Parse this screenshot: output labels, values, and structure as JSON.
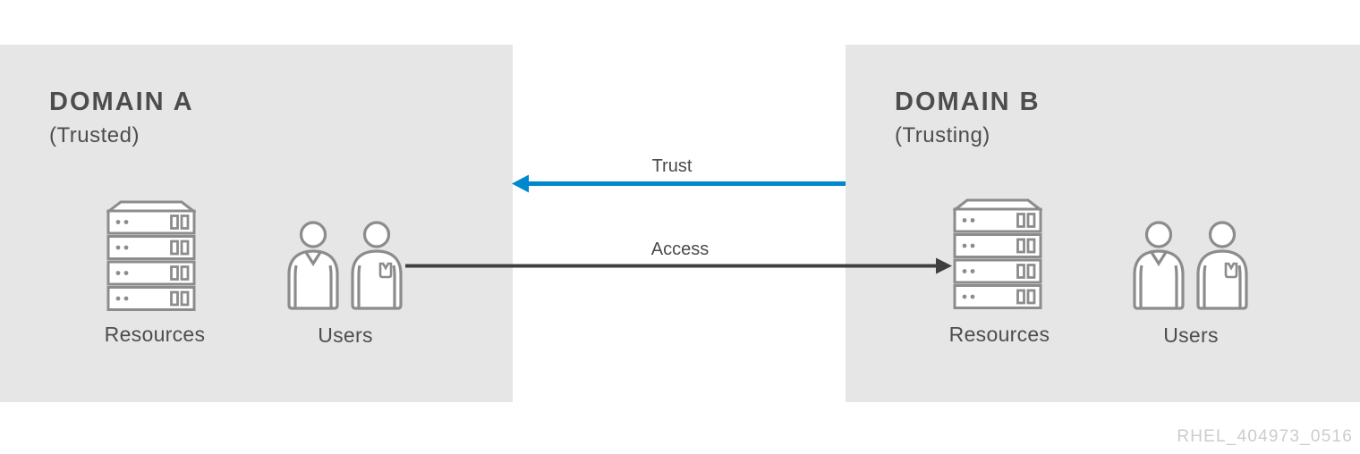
{
  "colors": {
    "domain_box_bg": "#e6e6e6",
    "heading_text": "#4d4d4d",
    "label_text": "#4d4d4d",
    "icon_stroke": "#8c8c8c",
    "trust_arrow_blue": "#0088ce",
    "access_arrow_dark": "#3f3f3f",
    "watermark_text": "#cccccc"
  },
  "domains": {
    "a": {
      "name": "DOMAIN A",
      "role": "(Trusted)",
      "resources_label": "Resources",
      "users_label": "Users"
    },
    "b": {
      "name": "DOMAIN B",
      "role": "(Trusting)",
      "resources_label": "Resources",
      "users_label": "Users"
    }
  },
  "arrows": {
    "trust": {
      "label": "Trust",
      "color": "#0088ce",
      "from": "DOMAIN B",
      "to": "DOMAIN A"
    },
    "access": {
      "label": "Access",
      "color": "#3f3f3f",
      "from": "DOMAIN A Users",
      "to": "DOMAIN B Resources"
    }
  },
  "icons": {
    "resources": "server-stack-icon",
    "users": "two-people-icon"
  },
  "watermark": "RHEL_404973_0516"
}
